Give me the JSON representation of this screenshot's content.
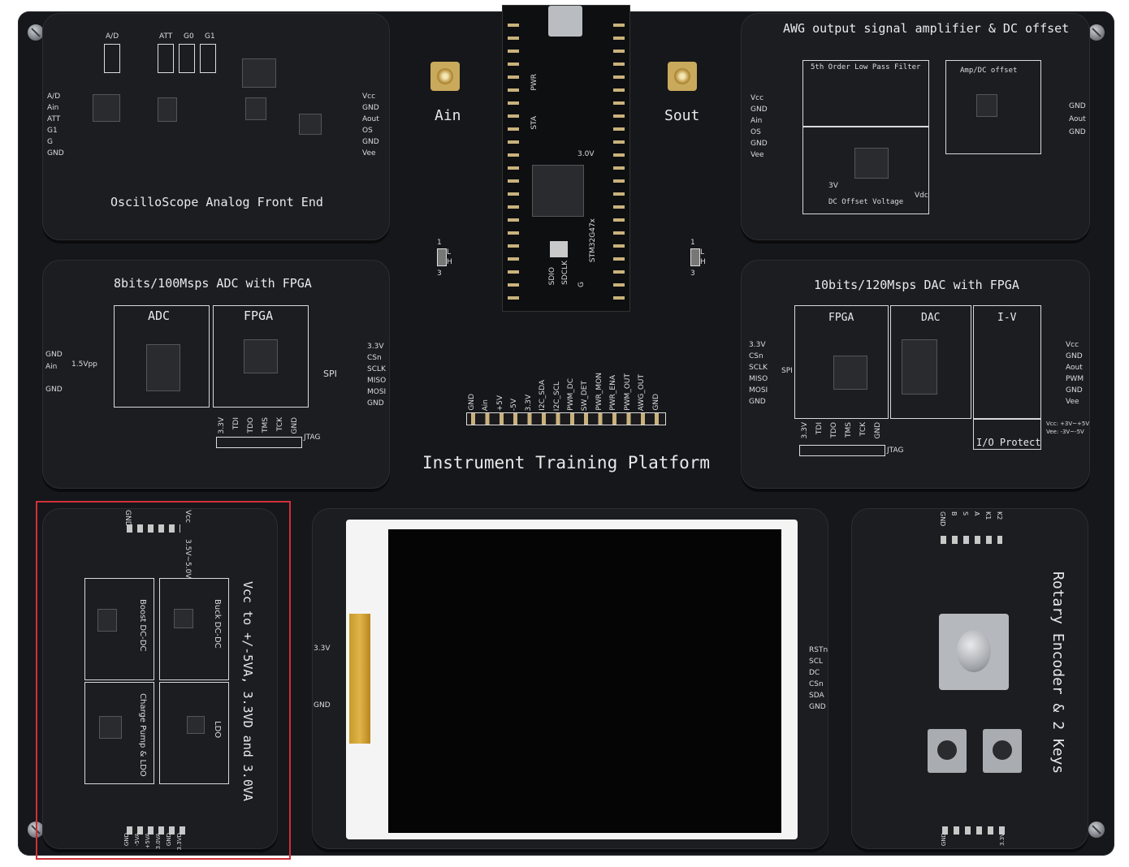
{
  "board": {
    "title": "Instrument Training Platform"
  },
  "connectors": {
    "ain": "Ain",
    "sout": "Sout"
  },
  "modules": {
    "afe": {
      "title": "OscilloScope Analog Front End",
      "top_labels": [
        "A/D",
        "ATT",
        "G0",
        "G1"
      ],
      "left_pins": [
        "A/D",
        "Ain",
        "ATT",
        "G1",
        "G",
        "GND"
      ],
      "right_pins": [
        "Vcc",
        "GND",
        "Aout",
        "OS",
        "GND",
        "Vee"
      ]
    },
    "awg": {
      "title": "AWG output signal amplifier & DC offset",
      "lpf": "5th Order Low Pass Filter",
      "amp": "Amp/DC offset",
      "dc": "DC Offset Voltage",
      "dc_left": "3V",
      "dc_right": "Vdc",
      "left_pins": [
        "Vcc",
        "GND",
        "Ain",
        "OS",
        "GND",
        "Vee"
      ],
      "right_pins": [
        "GND",
        "Aout",
        "GND"
      ]
    },
    "adc": {
      "title": "8bits/100Msps ADC with FPGA",
      "adc_label": "ADC",
      "fpga_label": "FPGA",
      "spi": "SPI",
      "vpp": "1.5Vpp",
      "left_pins": [
        "GND",
        "Ain",
        "GND"
      ],
      "right_pins": [
        "3.3V",
        "CSn",
        "SCLK",
        "MISO",
        "MOSI",
        "GND"
      ],
      "jtag_pins": [
        "3.3V",
        "TDI",
        "TDO",
        "TMS",
        "TCK",
        "GND"
      ],
      "jtag": "JTAG"
    },
    "dac": {
      "title": "10bits/120Msps DAC with FPGA",
      "fpga_label": "FPGA",
      "dac_label": "DAC",
      "iv_label": "I-V",
      "io_protect": "I/O Protect",
      "spi": "SPI",
      "vcc_note": "Vcc: +3V~+5V",
      "vee_note": "Vee: -3V~-5V",
      "left_pins": [
        "3.3V",
        "CSn",
        "SCLK",
        "MISO",
        "MOSI",
        "GND"
      ],
      "right_pins": [
        "Vcc",
        "GND",
        "Aout",
        "PWM",
        "GND",
        "Vee"
      ],
      "jtag_pins": [
        "3.3V",
        "TDI",
        "TDO",
        "TMS",
        "TCK",
        "GND"
      ],
      "jtag": "JTAG"
    },
    "power": {
      "title": "Vcc to +/-5VA, 3.3VD and 3.0VA",
      "boost": "Boost DC-DC",
      "buck": "Buck DC-DC",
      "charge": "Charge Pump & LDO",
      "ldo": "LDO",
      "top_left": "GND",
      "top_right": "Vcc",
      "range": "3.5V~5.0V",
      "bottom_pins": [
        "GND",
        "-5VA",
        "+5VA",
        "3.0VA",
        "GND",
        "3.3VD"
      ]
    },
    "lcd": {
      "left_top": "3.3V",
      "left_bottom": "GND",
      "right_pins": [
        "RSTn",
        "SCL",
        "DC",
        "CSn",
        "SDA",
        "GND"
      ]
    },
    "encoder": {
      "title": "Rotary Encoder & 2 Keys",
      "top_pins": [
        "GND",
        "B",
        "S",
        "A",
        "K1",
        "K2"
      ],
      "bottom_left": "GND",
      "bottom_right": "3.3V"
    }
  },
  "mcu": {
    "chip": "STM32G47x",
    "v30": "3.0V",
    "pwr": "PWR",
    "sta": "STA",
    "sdio": "SDIO",
    "sdclk": "SDCLK",
    "g": "G"
  },
  "header": {
    "pins": [
      "GND",
      "Ain",
      "+5V",
      "-5V",
      "3.3V",
      "I2C_SDA",
      "I2C_SCL",
      "PWM_DC",
      "SW_DET",
      "PWR_MON",
      "PWR_ENA",
      "PWM_OUT",
      "AWG_OUT",
      "GND"
    ]
  },
  "switches": {
    "left": [
      "1",
      "L",
      "H",
      "3"
    ],
    "right": [
      "1",
      "L",
      "H",
      "3"
    ]
  },
  "colors": {
    "board": "#16171a",
    "silkscreen": "#e9e9ea",
    "highlight": "#d0303a"
  }
}
